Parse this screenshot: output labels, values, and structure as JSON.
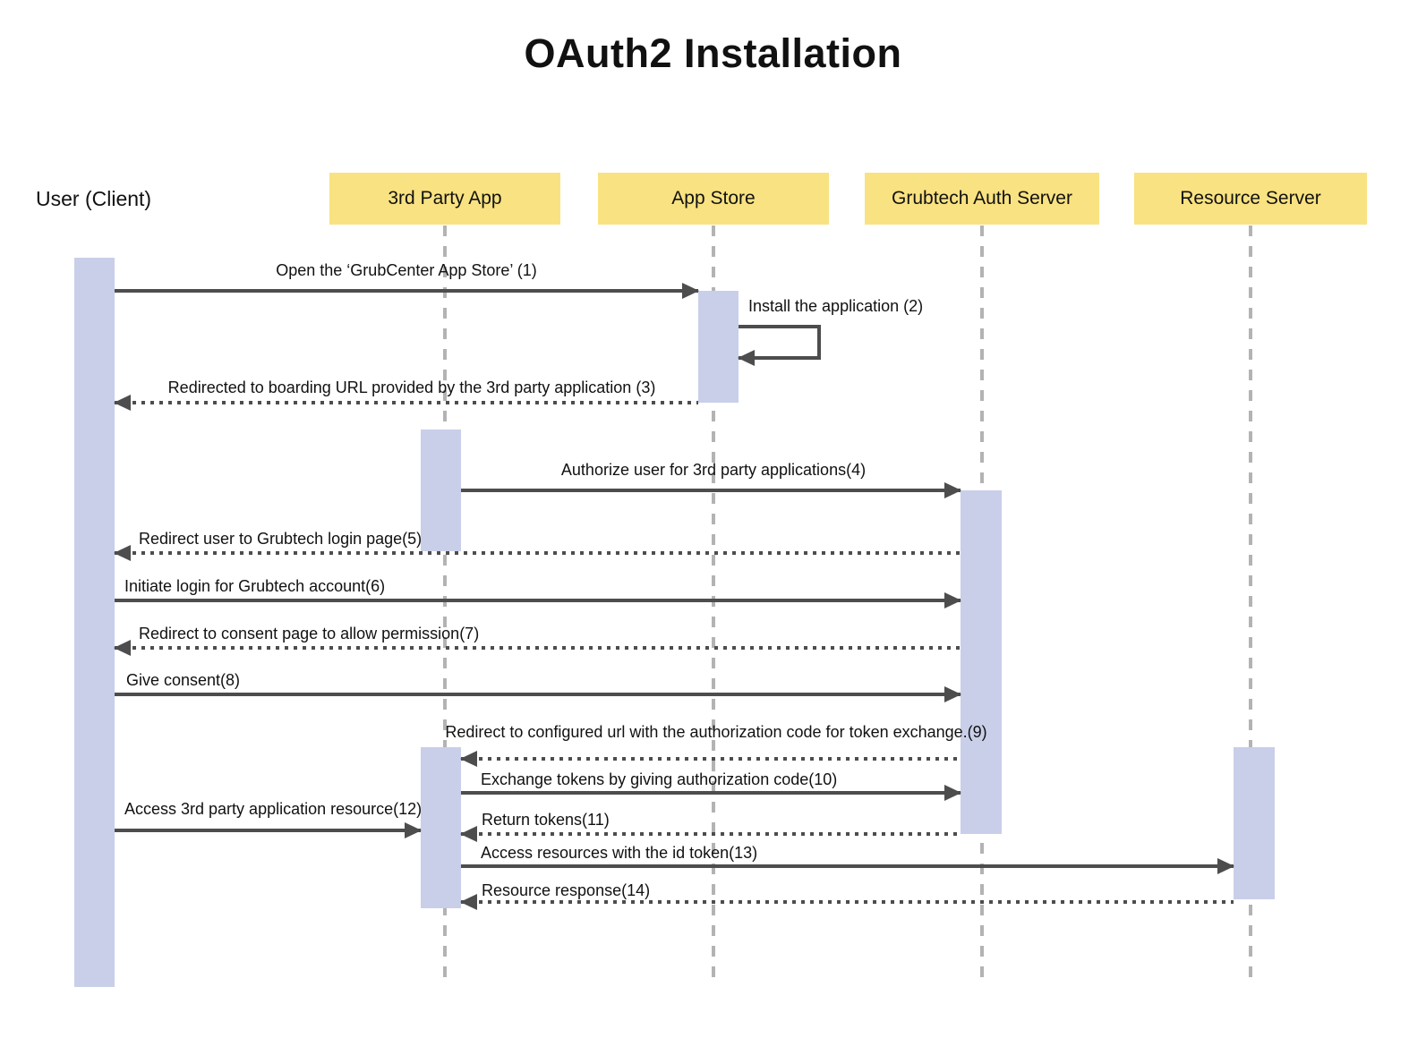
{
  "title": "OAuth2 Installation",
  "actors": [
    {
      "label": "User (Client)",
      "type": "plain"
    },
    {
      "label": "3rd Party App",
      "type": "box"
    },
    {
      "label": "App Store",
      "type": "box"
    },
    {
      "label": "Grubtech Auth Server",
      "type": "box"
    },
    {
      "label": "Resource Server",
      "type": "box"
    }
  ],
  "messages": [
    {
      "num": 1,
      "label": "Open the ‘GrubCenter App Store’ (1)",
      "from": "User (Client)",
      "to": "App Store",
      "line": "solid"
    },
    {
      "num": 2,
      "label": "Install the application (2)",
      "from": "App Store",
      "to": "App Store",
      "line": "solid-self"
    },
    {
      "num": 3,
      "label": "Redirected to boarding URL provided by the 3rd party application (3)",
      "from": "App Store",
      "to": "User (Client)",
      "line": "dotted"
    },
    {
      "num": 4,
      "label": "Authorize user for 3rd party applications(4)",
      "from": "3rd Party App",
      "to": "Grubtech Auth Server",
      "line": "solid"
    },
    {
      "num": 5,
      "label": "Redirect user to Grubtech login page(5)",
      "from": "Grubtech Auth Server",
      "to": "User (Client)",
      "line": "dotted"
    },
    {
      "num": 6,
      "label": "Initiate login for Grubtech account(6)",
      "from": "User (Client)",
      "to": "Grubtech Auth Server",
      "line": "solid"
    },
    {
      "num": 7,
      "label": "Redirect to consent page to allow permission(7)",
      "from": "Grubtech Auth Server",
      "to": "User (Client)",
      "line": "dotted"
    },
    {
      "num": 8,
      "label": "Give consent(8)",
      "from": "User (Client)",
      "to": "Grubtech Auth Server",
      "line": "solid"
    },
    {
      "num": 9,
      "label": "Redirect to configured url with the authorization code for token exchange.(9)",
      "from": "Grubtech Auth Server",
      "to": "3rd Party App",
      "line": "dotted"
    },
    {
      "num": 10,
      "label": "Exchange tokens by giving authorization code(10)",
      "from": "3rd Party App",
      "to": "Grubtech Auth Server",
      "line": "solid"
    },
    {
      "num": 11,
      "label": "Return tokens(11)",
      "from": "Grubtech Auth Server",
      "to": "3rd Party App",
      "line": "dotted"
    },
    {
      "num": 12,
      "label": "Access 3rd party application resource(12)",
      "from": "User (Client)",
      "to": "3rd Party App",
      "line": "solid"
    },
    {
      "num": 13,
      "label": "Access resources with the id token(13)",
      "from": "3rd Party App",
      "to": "Resource Server",
      "line": "solid"
    },
    {
      "num": 14,
      "label": "Resource response(14)",
      "from": "Resource Server",
      "to": "3rd Party App",
      "line": "dotted"
    }
  ],
  "colors": {
    "actor_box": "#F9E281",
    "activation_bar": "#C9CFE9",
    "arrow": "#4D4D4D",
    "lifeline": "#B3B3B3"
  }
}
